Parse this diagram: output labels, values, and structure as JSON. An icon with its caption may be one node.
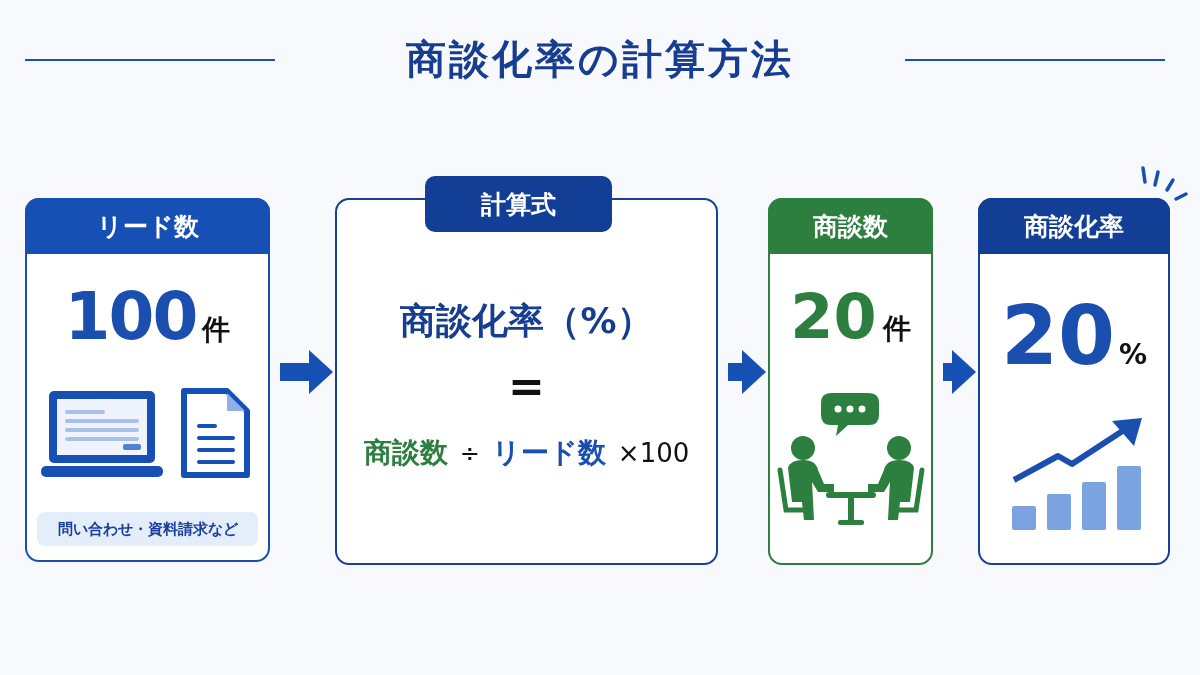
{
  "diagram": {
    "title": "商談化率の計算方法",
    "nodes": [
      {
        "text": [
          "リード数",
          "100",
          "件",
          "問い合わせ・資料請求など"
        ]
      },
      {
        "text": [
          "計算式",
          "商談化率（%）",
          "=",
          "商談数",
          "÷",
          "リード数",
          "×100"
        ]
      },
      {
        "text": [
          "商談数",
          "20",
          "件"
        ]
      },
      {
        "text": [
          "商談化率",
          "20",
          "%"
        ]
      }
    ],
    "edges": [
      {
        "from": 0,
        "to": 1,
        "arrow": "to"
      },
      {
        "from": 1,
        "to": 2,
        "arrow": "to"
      },
      {
        "from": 2,
        "to": 3,
        "arrow": "to"
      }
    ]
  }
}
